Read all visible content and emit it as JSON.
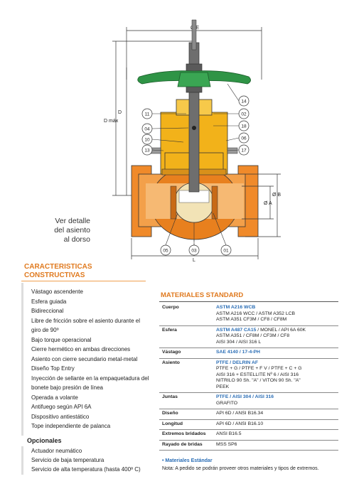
{
  "drawing": {
    "callouts": [
      "14",
      "11",
      "02",
      "04",
      "18",
      "10",
      "06",
      "13",
      "17",
      "05",
      "03",
      "01"
    ],
    "dims": {
      "e": "Ø E",
      "b": "Ø B",
      "a": "Ø A",
      "d": "D",
      "dmax": "D máx",
      "l": "L"
    },
    "colors": {
      "body": "#e8801e",
      "bonnet": "#f2b21a",
      "handwheel": "#2f9446",
      "stem": "#5a5a5a",
      "ball": "#f2e3b6",
      "flange": "#f08a2a"
    }
  },
  "seat_note": [
    "Ver detalle",
    "del asiento",
    "al dorso"
  ],
  "features": {
    "title_lines": [
      "CARACTERISTICAS",
      "CONSTRUCTIVAS"
    ],
    "items": [
      "Vástago ascendente",
      "Esfera guiada",
      "Bidireccional",
      "Libre de fricción sobre el asiento   durante el",
      "giro de 90º",
      "Bajo torque operacional",
      "Cierre hermético en ambas direcciones",
      "Asiento con cierre secundario metal-metal",
      "Diseño Top Entry",
      "Inyección de sellante en la empaquetadura del",
      "bonete bajo presión de línea",
      "Operada a volante",
      "Antifuego según API 6A",
      "Dispositivo antiestático",
      "Tope independiente de palanca"
    ]
  },
  "options": {
    "title": "Opcionales",
    "items": [
      "Actuador neumático",
      "Servicio de baja temperatura",
      "Servicio de alta temperatura (hasta 400º C)"
    ]
  },
  "materials": {
    "title": "MATERIALES STANDARD",
    "rows": [
      {
        "label": "Cuerpo",
        "lines": [
          {
            "t": "ASTM A216 WCB",
            "hi": true
          },
          {
            "t": "ASTM A216 WCC / ASTM A352 LCB",
            "hi": false
          },
          {
            "t": "ASTM A351 CF3M / CF8 / CF8M",
            "hi": false
          }
        ]
      },
      {
        "label": "Esfera",
        "lines": [
          {
            "t": "ASTM A487 CA15",
            "hi": true,
            "rest": " / MONEL / API 6A 60K"
          },
          {
            "t": "ASTM A351 / CF8M / CF3M / CF8",
            "hi": false
          },
          {
            "t": "AISI 304 / AISI 316 L",
            "hi": false
          }
        ]
      },
      {
        "label": "Vástago",
        "lines": [
          {
            "t": "SAE 4140 / 17-4-PH",
            "hi": true
          }
        ]
      },
      {
        "label": "Asiento",
        "lines": [
          {
            "t": "PTFE / DELRIN AF",
            "hi": true
          },
          {
            "t": "PTFE + G / PTFE + F V / PTFE + C + G",
            "hi": false
          },
          {
            "t": "AISI 316 + ESTELLITE Nº 6 / AISI 316",
            "hi": false
          },
          {
            "t": "NITRILO 90 Sh. \"A\" / VITON 90 Sh. \"A\"",
            "hi": false
          },
          {
            "t": "PEEK",
            "hi": false
          }
        ]
      },
      {
        "label": "Juntas",
        "lines": [
          {
            "t": "PTFE / AISI 304 / AISI 316",
            "hi": true
          },
          {
            "t": "GRAFITO",
            "hi": false
          }
        ]
      },
      {
        "label": "Diseño",
        "lines": [
          {
            "t": "API 6D  / ANSI B16.34",
            "hi": false
          }
        ]
      },
      {
        "label": "Longitud",
        "lines": [
          {
            "t": "API 6D / ANSI B16.10",
            "hi": false
          }
        ]
      },
      {
        "label": "Extremos bridados",
        "lines": [
          {
            "t": "ANSI B16.5",
            "hi": false
          }
        ]
      },
      {
        "label": "Rayado de bridas",
        "lines": [
          {
            "t": "MSS SP6",
            "hi": false
          }
        ]
      }
    ],
    "standard_label": "•  Materiales Estándar",
    "note": "Nota: A pedido se podrán proveer otros materiales y tipos de extremos."
  }
}
